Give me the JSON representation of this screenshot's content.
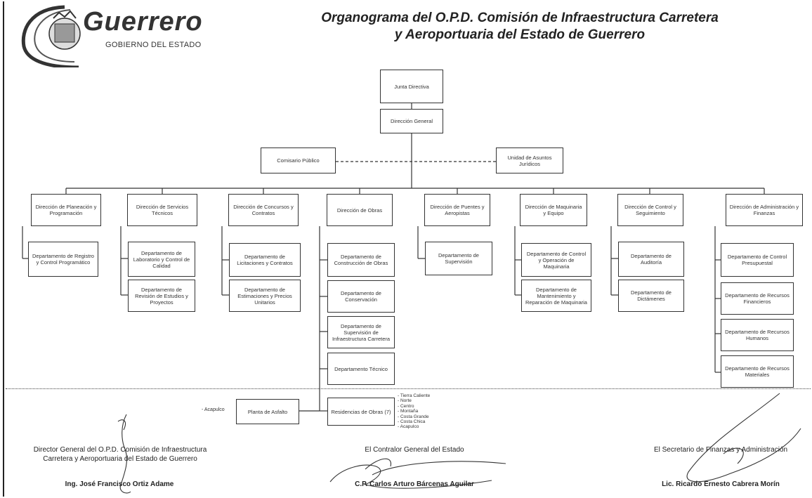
{
  "header": {
    "logo_word": "Guerrero",
    "logo_sub": "GOBIERNO DEL ESTADO",
    "title_line1": "Organograma del O.P.D. Comisión de Infraestructura Carretera",
    "title_line2": "y Aeroportuaria del Estado de Guerrero"
  },
  "org": {
    "junta": "Junta Directiva",
    "direccion_general": "Dirección General",
    "comisario": "Comisario Público",
    "unidad_juridica": "Unidad de Asuntos Jurídicos",
    "direcciones": [
      "Dirección de Planeación y Programación",
      "Dirección de Servicios Técnicos",
      "Dirección de Concursos y Contratos",
      "Dirección de Obras",
      "Dirección de Puentes y Aeropistas",
      "Dirección de Maquinaria y Equipo",
      "Dirección de Control y Seguimiento",
      "Dirección de Administración y Finanzas"
    ],
    "departamentos": {
      "planeacion": [
        "Departamento de Registro y Control Programático"
      ],
      "servicios": [
        "Departamento de Laboratorio y Control de Calidad",
        "Departamento de Revisión de Estudios y Proyectos"
      ],
      "concursos": [
        "Departamento de Licitaciones y Contratos",
        "Departamento de Estimaciones y Precios Unitarios"
      ],
      "obras": [
        "Departamento de Construcción de Obras",
        "Departamento de Conservación",
        "Departamento de Supervisión de Infraestructura Carretera",
        "Departamento Técnico"
      ],
      "puentes": [
        "Departamento de Supervisión"
      ],
      "maquinaria": [
        "Departamento de Control y Operación de Maquinaria",
        "Departamento de Mantenimiento y Reparación de Maquinaria"
      ],
      "control": [
        "Departamento de Auditoría",
        "Departamento de Dictámenes"
      ],
      "administracion": [
        "Departamento de Control Presupuestal",
        "Departamento de Recursos Financieros",
        "Departamento de Recursos Humanos",
        "Departamento de Recursos Materiales"
      ]
    },
    "residencias": "Residencias de Obras (7)",
    "planta_asfalto": "Planta de Asfalto",
    "planta_note": "- Acapulco",
    "residencias_list": [
      "- Tierra Caliente",
      "- Norte",
      "- Centro",
      "- Montaña",
      "- Costa Grande",
      "- Costa Chica",
      "- Acapulco"
    ]
  },
  "signatures": {
    "left_title_1": "Director General del O.P.D. Comisión de Infraestructura",
    "left_title_2": "Carretera y Aeroportuaria del Estado de Guerrero",
    "left_name": "Ing. José Francisco Ortiz Adame",
    "center_title": "El Contralor General del Estado",
    "center_name": "C.P. Carlos Arturo Bárcenas Aguilar",
    "right_title": "El Secretario de Finanzas y Administración",
    "right_name": "Lic. Ricardo Ernesto Cabrera Morín"
  }
}
